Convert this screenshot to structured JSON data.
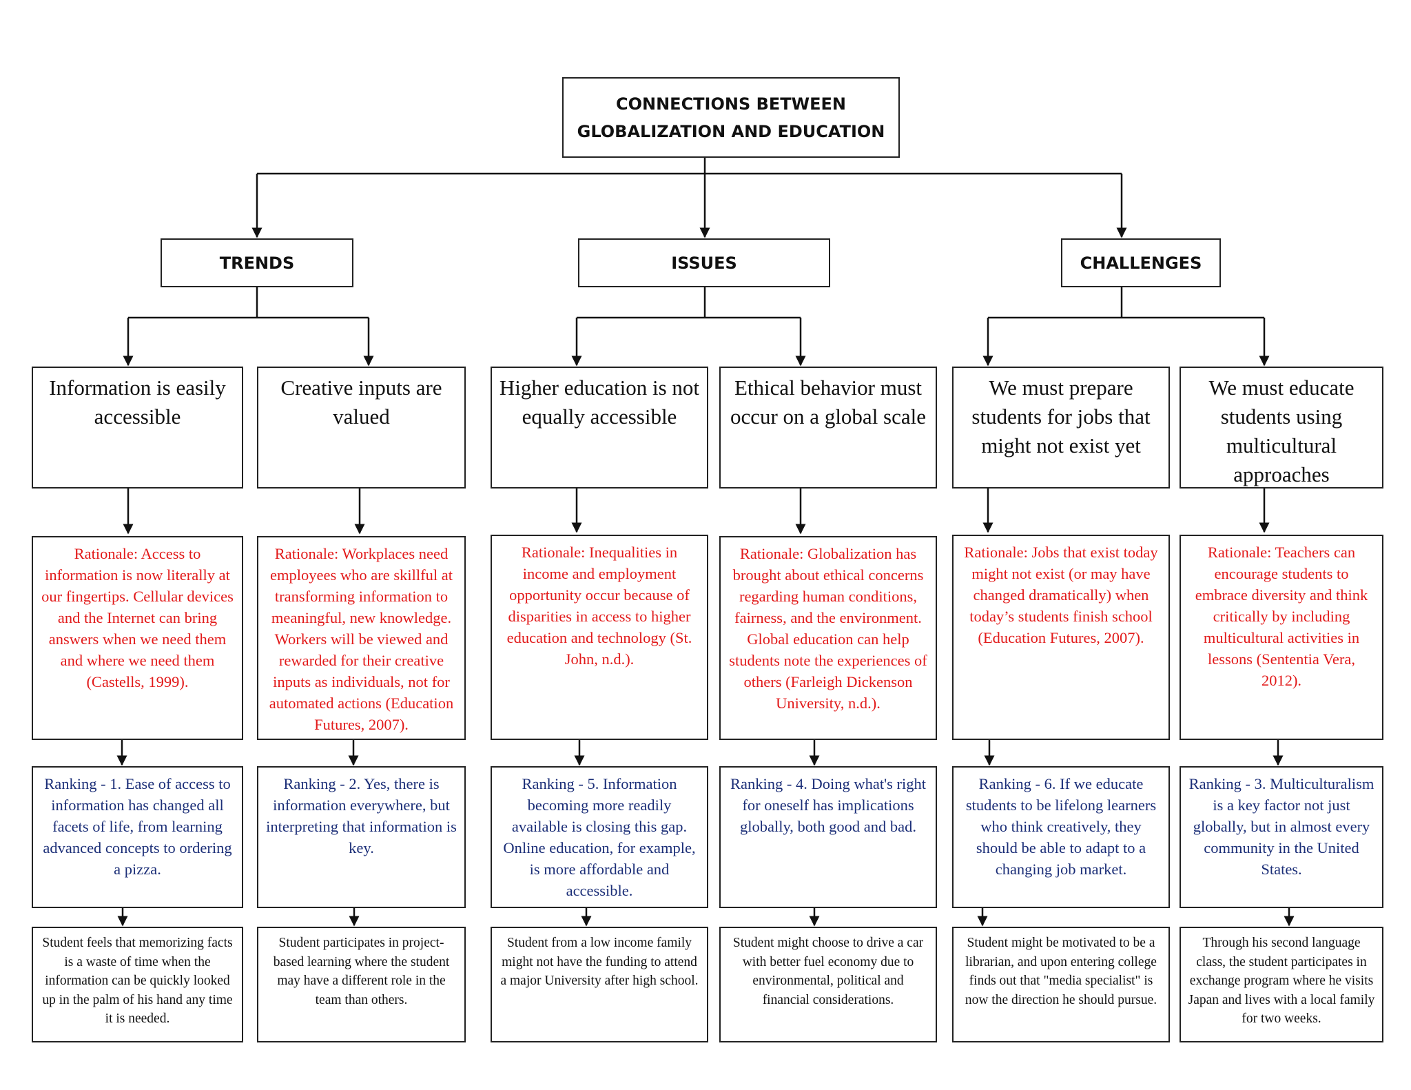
{
  "root": "CONNECTIONS BETWEEN GLOBALIZATION AND EDUCATION",
  "categories": [
    "TRENDS",
    "ISSUES",
    "CHALLENGES"
  ],
  "columns": [
    {
      "topic": "Information is easily accessible",
      "rationale": "Rationale:  Access to information is now literally at our fingertips.  Cellular devices and the Internet can bring answers when we need them and where we need them (Castells, 1999).",
      "ranking": "Ranking - 1.  Ease of access to information has changed all facets of life, from learning advanced concepts to ordering a pizza.",
      "example": "Student feels that memorizing facts is a waste of time when the information can be quickly looked up in the palm of his hand any time it is needed."
    },
    {
      "topic": "Creative inputs are valued",
      "rationale": "Rationale: Workplaces need employees who are skillful at transforming information to meaningful, new knowledge. Workers will be viewed and rewarded for their creative inputs as individuals, not for automated actions (Education Futures, 2007).",
      "ranking": "Ranking - 2.  Yes, there is information everywhere, but interpreting that information is key.",
      "example": "Student participates in project-based learning where the student may have a different role in the team than others."
    },
    {
      "topic": "Higher education is not equally accessible",
      "rationale": "Rationale:  Inequalities in income and employment opportunity occur because of disparities in access to higher education and technology (St. John, n.d.).",
      "ranking": "Ranking - 5.  Information becoming more readily available is closing this gap. Online education, for example, is more affordable and accessible.",
      "example": "Student from a low income family might not have the funding to attend a major University after high school."
    },
    {
      "topic": "Ethical behavior must occur on a global scale",
      "rationale": "Rationale: Globalization has brought about ethical concerns regarding human conditions, fairness, and the environment.  Global education can help students note the experiences of others (Farleigh Dickenson University, n.d.).",
      "ranking": "Ranking - 4.  Doing what's right for oneself has implications globally, both good and bad.",
      "example": "Student might choose to drive a car with better fuel economy due to environmental, political and financial considerations."
    },
    {
      "topic": "We must prepare students for jobs that might not exist yet",
      "rationale": "Rationale: Jobs that exist today might not exist (or may have changed dramatically) when today’s students finish school (Education Futures, 2007).",
      "ranking": "Ranking - 6.  If we educate students to be lifelong learners who think creatively, they should be able to adapt to a changing job market.",
      "example": "Student might be motivated to be a librarian, and upon entering college finds out that \"media specialist\" is now the direction he should pursue."
    },
    {
      "topic": "We must educate students using multicultural approaches",
      "rationale": "Rationale: Teachers can encourage students to embrace diversity and think critically by including multicultural activities in lessons (Sententia Vera, 2012).",
      "ranking": "Ranking - 3.  Multiculturalism is a key factor not just globally, but in almost every community in the United States.",
      "example": "Through his second language class, the student participates in exchange program where he visits Japan and lives with a local family for two weeks."
    }
  ]
}
